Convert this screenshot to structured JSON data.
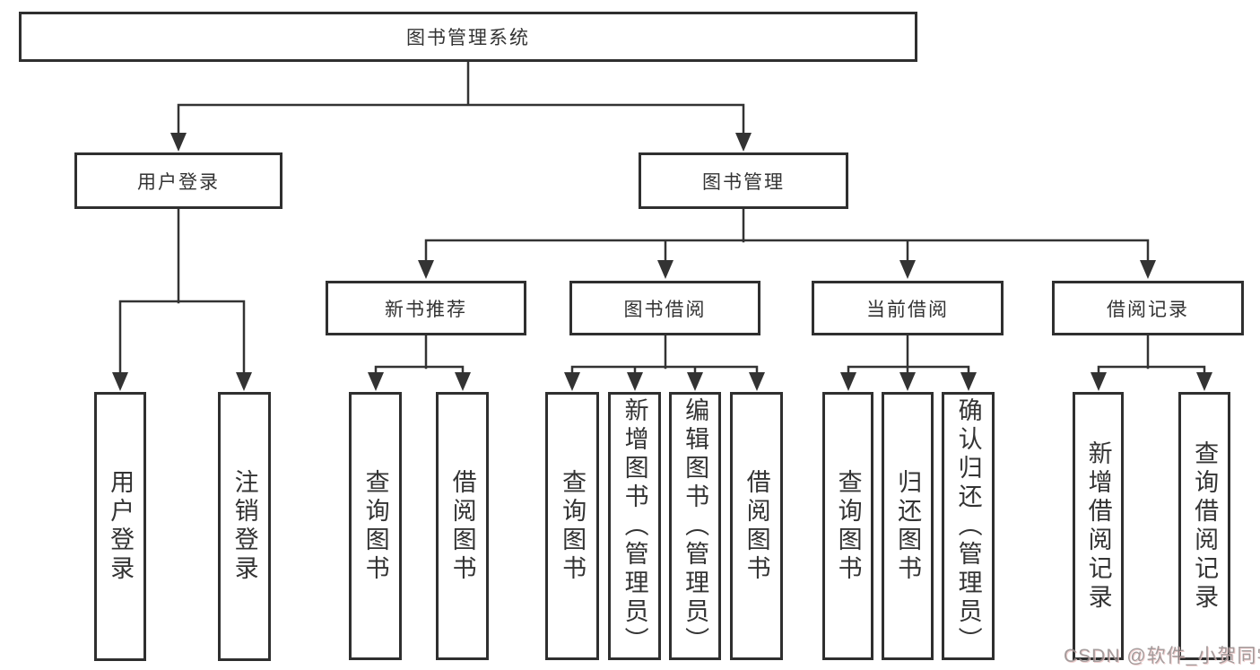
{
  "colors": {
    "line": "#333333",
    "box_border": "#2f2f2f",
    "box_fill": "#ffffff",
    "text": "#333333",
    "watermark": "#948a8a"
  },
  "watermark": {
    "text": "CSDN @软件_小贺同学"
  },
  "tree": {
    "label": "图书管理系统",
    "children": [
      {
        "label": "用户登录",
        "children": [
          {
            "label": "用户登录"
          },
          {
            "label": "注销登录"
          }
        ]
      },
      {
        "label": "图书管理",
        "children": [
          {
            "label": "新书推荐",
            "children": [
              {
                "label": "查询图书"
              },
              {
                "label": "借阅图书"
              }
            ]
          },
          {
            "label": "图书借阅",
            "children": [
              {
                "label": "查询图书"
              },
              {
                "label": "新增图书（管理员）"
              },
              {
                "label": "编辑图书（管理员）"
              },
              {
                "label": "借阅图书"
              }
            ]
          },
          {
            "label": "当前借阅",
            "children": [
              {
                "label": "查询图书"
              },
              {
                "label": "归还图书"
              },
              {
                "label": "确认归还（管理员）"
              }
            ]
          },
          {
            "label": "借阅记录",
            "children": [
              {
                "label": "新增借阅记录"
              },
              {
                "label": "查询借阅记录"
              }
            ]
          }
        ]
      }
    ]
  }
}
